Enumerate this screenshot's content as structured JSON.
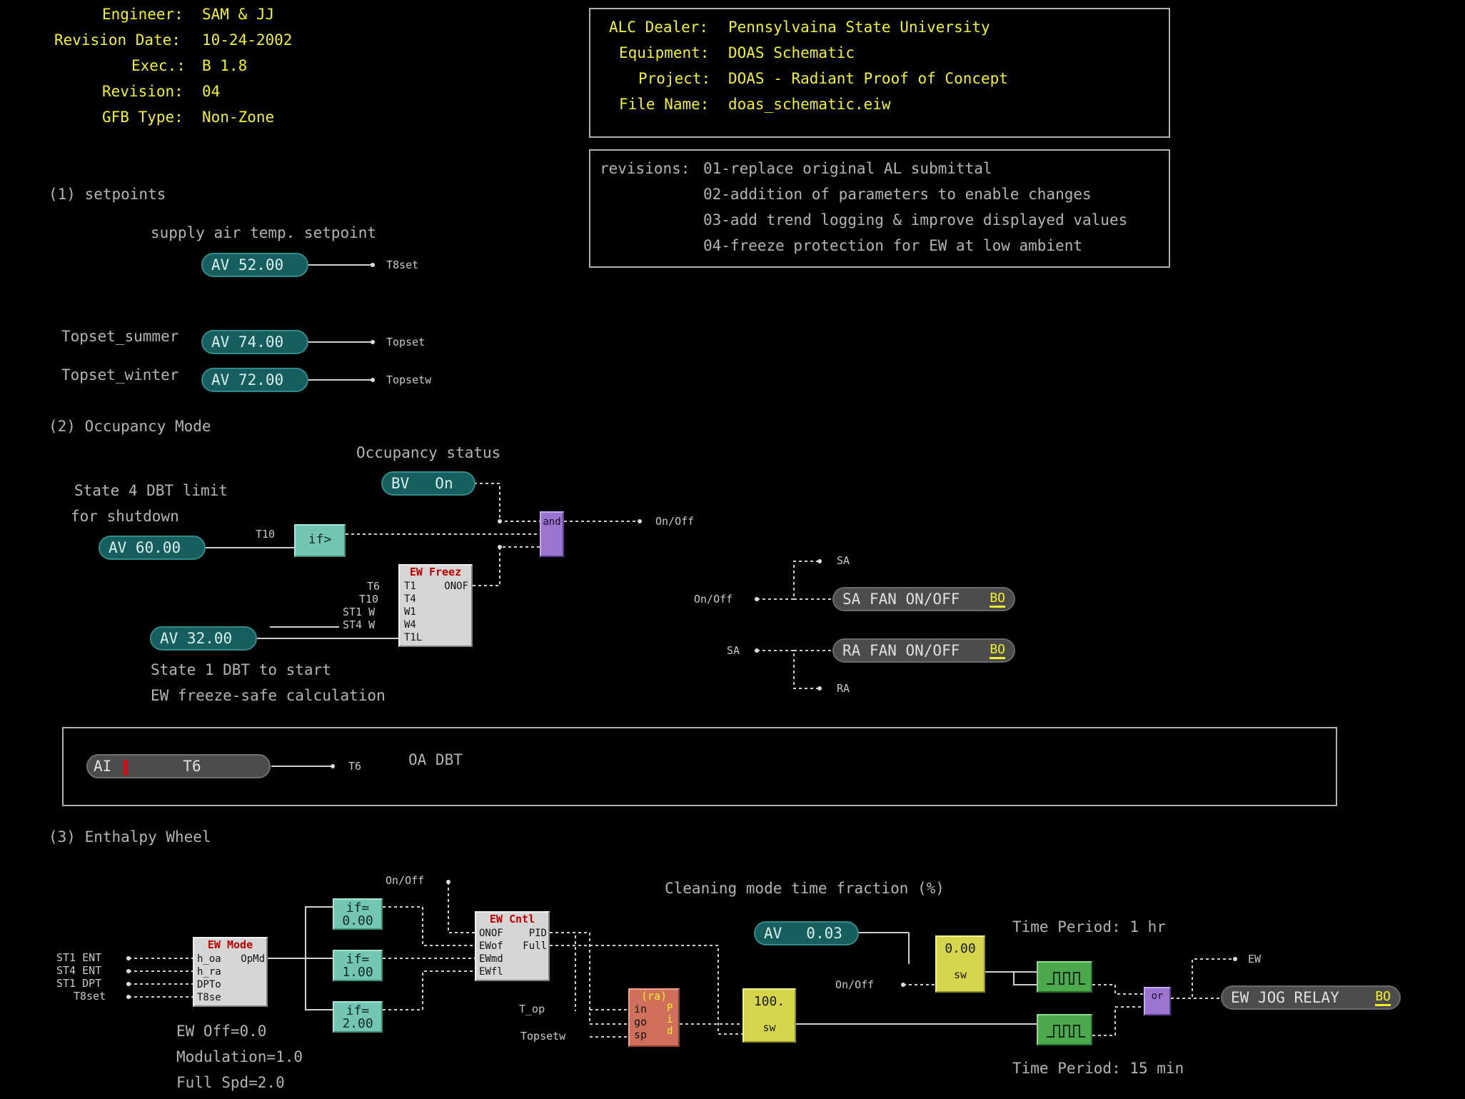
{
  "header": {
    "engineer_label": "Engineer:",
    "engineer": "SAM & JJ",
    "revdate_label": "Revision Date:",
    "revdate": "10-24-2002",
    "exec_label": "Exec.:",
    "exec": "B 1.8",
    "revision_label": "Revision:",
    "revision": "04",
    "gfb_label": "GFB Type:",
    "gfb": "Non-Zone"
  },
  "info": {
    "dealer_label": "ALC Dealer:",
    "dealer": "Pennsylvaina State University",
    "equipment_label": "Equipment:",
    "equipment": "DOAS Schematic",
    "project_label": "Project:",
    "project": "DOAS - Radiant Proof of Concept",
    "file_label": "File Name:",
    "file": "doas_schematic.eiw"
  },
  "revisions": {
    "label": "revisions:",
    "lines": [
      "01-replace original AL submittal",
      "02-addition of parameters to enable changes",
      "03-add trend logging & improve displayed values",
      "04-freeze protection for EW at low ambient"
    ]
  },
  "setpoints": {
    "section": "(1) setpoints",
    "supply_caption": "supply air temp. setpoint",
    "supply_av": "AV 52.00",
    "supply_out": "T8set",
    "summer_label": "Topset_summer",
    "summer_av": "AV 74.00",
    "summer_out": "Topset",
    "winter_label": "Topset_winter",
    "winter_av": "AV 72.00",
    "winter_out": "Topsetw"
  },
  "occupancy": {
    "section": "(2) Occupancy Mode",
    "status_caption": "Occupancy status",
    "bv": "BV",
    "bv_value": "On",
    "limit_caption_1": "State 4 DBT limit",
    "limit_caption_2": "for shutdown",
    "limit_av": "AV 60.00",
    "t10_label": "T10",
    "if_block": "if>",
    "and_block": "and",
    "onoff_out": "On/Off",
    "freez_title": "EW Freez",
    "freez_inputs": [
      "T1",
      "T4",
      "W1",
      "W4",
      "T1L"
    ],
    "freez_output": "ONOF",
    "freez_in_labels": [
      "T6",
      "T10",
      "ST1 W",
      "ST4 W"
    ],
    "freez_av": "AV 32.00",
    "freez_caption_1": "State 1 DBT to start",
    "freez_caption_2": "EW freeze-safe calculation",
    "fan_in_onoff": "On/Off",
    "fan_sa_label": "SA",
    "sa_fan": "SA FAN ON/OFF",
    "ra_fan": "RA FAN ON/OFF",
    "bo_tag": "BO",
    "fan_in_sa": "SA",
    "fan_ra_label": "RA"
  },
  "oa": {
    "ai": "AI",
    "ai_value": "T6",
    "out": "T6",
    "caption": "OA DBT"
  },
  "wheel": {
    "section": "(3) Enthalpy Wheel",
    "mode_title": "EW Mode",
    "mode_inputs": [
      "h_oa",
      "h_ra",
      "DPTo",
      "T8se"
    ],
    "mode_output": "OpMd",
    "mode_in_labels": [
      "ST1 ENT",
      "ST4 ENT",
      "ST1 DPT",
      "T8set"
    ],
    "if_eq": [
      "if=",
      "if=",
      "if="
    ],
    "if_vals": [
      "0.00",
      "1.00",
      "2.00"
    ],
    "cntl_title": "EW Cntl",
    "cntl_inputs": [
      "ONOF",
      "EWof",
      "EWmd",
      "EWfl"
    ],
    "cntl_outputs": [
      "PID",
      "Full"
    ],
    "onoff_top": "On/Off",
    "legend_1": "EW Off=0.0",
    "legend_2": "Modulation=1.0",
    "legend_3": "Full Spd=2.0",
    "ra_title": "(ra)",
    "ra_inputs": [
      "in",
      "go",
      "sp"
    ],
    "ra_side": "Pid",
    "top_label": "T_op",
    "topsetw_label": "Topsetw",
    "sw100": "100.",
    "sw_label": "sw",
    "clean_caption": "Cleaning mode time fraction (%)",
    "clean_av": "AV",
    "clean_val": "0.03",
    "sw000": "0.00",
    "onoff_sw": "On/Off",
    "period_1": "Time Period: 1 hr",
    "period_2": "Time Period: 15 min",
    "or_block": "or",
    "ew_out": "EW",
    "jog_relay": "EW JOG RELAY"
  },
  "colors": {
    "background": "#000000",
    "header_text": "#f2f22a",
    "label_text": "#b4b4b4",
    "av_fill": "#175e5e",
    "bo_fill": "#4c4c4c"
  }
}
